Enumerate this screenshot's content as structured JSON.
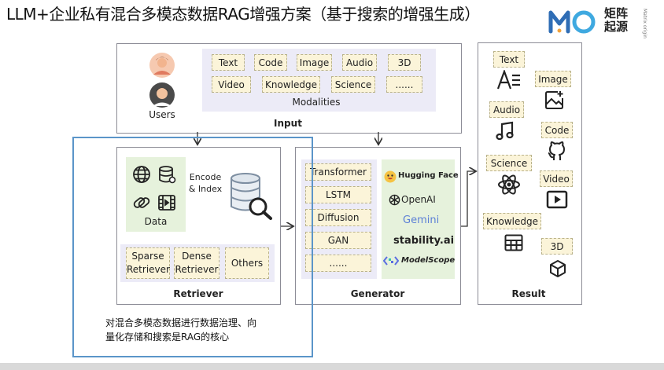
{
  "title": "LLM+企业私有混合多模态数据RAG增强方案（基于搜索的增强生成）",
  "logo": {
    "mark": "MO",
    "line1": "矩阵",
    "line2": "起源",
    "small": "Matrix origin"
  },
  "input": {
    "label": "Input",
    "users_label": "Users",
    "modalities_label": "Modalities",
    "modalities": [
      "Text",
      "Code",
      "Image",
      "Audio",
      "3D",
      "Video",
      "Knowledge",
      "Science",
      "......"
    ]
  },
  "retriever": {
    "label": "Retriever",
    "data_label": "Data",
    "encode_label": "Encode",
    "index_label": "& Index",
    "types": [
      {
        "line1": "Sparse",
        "line2": "Retriever"
      },
      {
        "line1": "Dense",
        "line2": "Retriever"
      },
      {
        "line1": "Others",
        "line2": ""
      }
    ]
  },
  "generator": {
    "label": "Generator",
    "models": [
      "Transformer",
      "LSTM",
      "Diffusion",
      "GAN",
      "......"
    ],
    "providers": [
      "Hugging Face",
      "OpenAI",
      "Gemini",
      "stability.ai",
      "ModelScope"
    ]
  },
  "result": {
    "label": "Result",
    "items": [
      "Text",
      "Image",
      "Audio",
      "Code",
      "Science",
      "Video",
      "Knowledge",
      "3D"
    ]
  },
  "annotation": {
    "line1": "对混合多模态数据进行数据治理、向",
    "line2": "量化存储和搜索是RAG的核心"
  },
  "colors": {
    "highlight_border": "#5b95c9",
    "panel": "#ecebf7",
    "tag": "#fbf4d9",
    "data_panel": "#e6f2dc"
  }
}
